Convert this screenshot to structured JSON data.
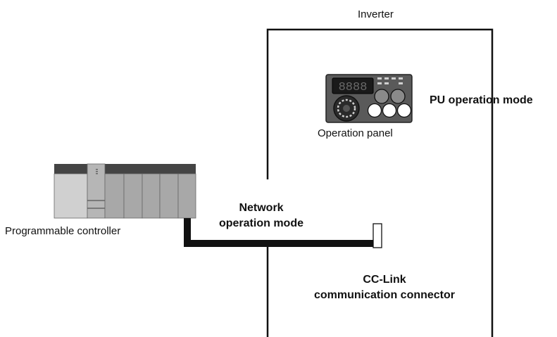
{
  "labels": {
    "inverter": "Inverter",
    "operation_panel": "Operation panel",
    "pu_mode": "PU operation mode",
    "programmable_controller": "Programmable controller",
    "network_mode_line1": "Network",
    "network_mode_line2": "operation mode",
    "connector_line1": "CC-Link",
    "connector_line2": "communication connector"
  },
  "panel_display": "8888",
  "colors": {
    "outline": "#111111",
    "cable": "#111111",
    "plc_top": "#444444",
    "plc_module": "#a6a6a6",
    "plc_light": "#cfcfcf",
    "panel_body": "#505050",
    "display_bg": "#1a1a1a"
  }
}
